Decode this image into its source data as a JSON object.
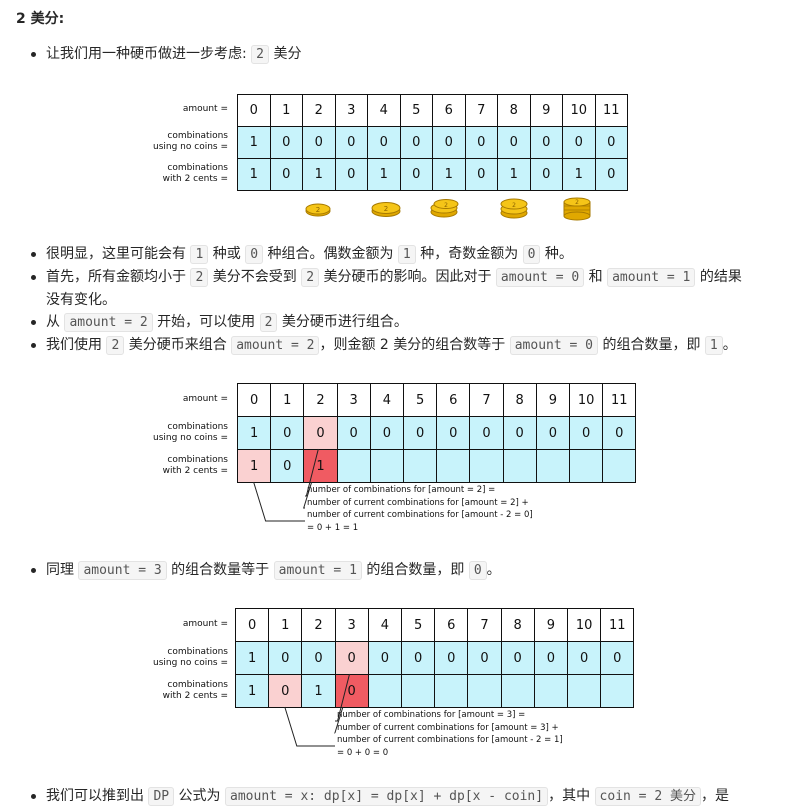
{
  "heading": "2 美分:",
  "bullets": [
    {
      "parts": [
        {
          "t": "让我们用一种硬币做进一步考虑: "
        },
        {
          "c": "2"
        },
        {
          "t": " 美分"
        }
      ]
    },
    {
      "parts": [
        {
          "t": "很明显，这里可能会有 "
        },
        {
          "c": "1"
        },
        {
          "t": " 种或 "
        },
        {
          "c": "0"
        },
        {
          "t": " 种组合。偶数金额为 "
        },
        {
          "c": "1"
        },
        {
          "t": " 种，奇数金额为 "
        },
        {
          "c": "0"
        },
        {
          "t": " 种。"
        }
      ]
    },
    {
      "parts": [
        {
          "t": "首先，所有金额均小于 "
        },
        {
          "c": "2"
        },
        {
          "t": " 美分不会受到 "
        },
        {
          "c": "2"
        },
        {
          "t": " 美分硬币的影响。因此对于 "
        },
        {
          "c": "amount = 0"
        },
        {
          "t": " 和 "
        },
        {
          "c": "amount = 1"
        },
        {
          "t": " 的结果"
        }
      ]
    },
    {
      "parts": [
        {
          "t": "没有变化。"
        }
      ]
    },
    {
      "parts": [
        {
          "t": "从 "
        },
        {
          "c": "amount = 2"
        },
        {
          "t": " 开始，可以使用 "
        },
        {
          "c": "2"
        },
        {
          "t": " 美分硬币进行组合。"
        }
      ]
    },
    {
      "parts": [
        {
          "t": "我们使用 "
        },
        {
          "c": "2"
        },
        {
          "t": " 美分硬币来组合 "
        },
        {
          "c": "amount = 2"
        },
        {
          "t": "，则金额 2 美分的组合数等于 "
        },
        {
          "c": "amount = 0"
        },
        {
          "t": " 的组合数量，即 "
        },
        {
          "c": "1"
        },
        {
          "t": "。"
        }
      ]
    },
    {
      "parts": [
        {
          "t": "同理 "
        },
        {
          "c": "amount = 3"
        },
        {
          "t": " 的组合数量等于 "
        },
        {
          "c": "amount = 1"
        },
        {
          "t": " 的组合数量，即 "
        },
        {
          "c": "0"
        },
        {
          "t": "。"
        }
      ]
    },
    {
      "parts": [
        {
          "t": "我们可以推到出 "
        },
        {
          "c": "DP"
        },
        {
          "t": " 公式为 "
        },
        {
          "c": "amount = x: dp[x] = dp[x] + dp[x - coin]"
        },
        {
          "t": "，其中 "
        },
        {
          "c": "coin = 2 美分"
        },
        {
          "t": "，是"
        }
      ]
    }
  ],
  "figures": [
    {
      "labels": {
        "amount": "amount =",
        "row1": [
          "combinations",
          "using no coins ="
        ],
        "row2": [
          "combinations",
          "with 2 cents ="
        ]
      },
      "header": [
        "0",
        "1",
        "2",
        "3",
        "4",
        "5",
        "6",
        "7",
        "8",
        "9",
        "10",
        "11"
      ],
      "row1": [
        "1",
        "0",
        "0",
        "0",
        "0",
        "0",
        "0",
        "0",
        "0",
        "0",
        "0",
        "0"
      ],
      "row2": [
        "1",
        "0",
        "1",
        "0",
        "1",
        "0",
        "1",
        "0",
        "1",
        "0",
        "1",
        "0"
      ],
      "row1_hl": [],
      "row2_hl": [],
      "coin_label": "2",
      "notes": []
    },
    {
      "labels": {
        "amount": "amount =",
        "row1": [
          "combinations",
          "using no coins ="
        ],
        "row2": [
          "combinations",
          "with 2 cents ="
        ]
      },
      "header": [
        "0",
        "1",
        "2",
        "3",
        "4",
        "5",
        "6",
        "7",
        "8",
        "9",
        "10",
        "11"
      ],
      "row1": [
        "1",
        "0",
        "0",
        "0",
        "0",
        "0",
        "0",
        "0",
        "0",
        "0",
        "0",
        "0"
      ],
      "row2": [
        "1",
        "0",
        "1",
        "",
        "",
        "",
        "",
        "",
        "",
        "",
        "",
        ""
      ],
      "row1_hl": [
        2
      ],
      "row2_hl_pink": [
        0
      ],
      "row2_hl_red": [
        2
      ],
      "notes": [
        "number of combinations for [amount = 2]  =",
        "number of current combinations for [amount = 2] +",
        "number of current combinations for [amount - 2 = 0]",
        "= 0 + 1 = 1"
      ]
    },
    {
      "labels": {
        "amount": "amount =",
        "row1": [
          "combinations",
          "using no coins ="
        ],
        "row2": [
          "combinations",
          "with 2 cents ="
        ]
      },
      "header": [
        "0",
        "1",
        "2",
        "3",
        "4",
        "5",
        "6",
        "7",
        "8",
        "9",
        "10",
        "11"
      ],
      "row1": [
        "1",
        "0",
        "0",
        "0",
        "0",
        "0",
        "0",
        "0",
        "0",
        "0",
        "0",
        "0"
      ],
      "row2": [
        "1",
        "0",
        "1",
        "0",
        "",
        "",
        "",
        "",
        "",
        "",
        "",
        ""
      ],
      "row1_hl": [
        3
      ],
      "row2_hl_pink": [
        1
      ],
      "row2_hl_red": [
        3
      ],
      "notes": [
        "number of combinations for [amount = 3]  =",
        "number of current combinations for [amount = 3] +",
        "number of current combinations for [amount - 2 = 1]",
        "= 0 + 0 = 0"
      ]
    }
  ],
  "colors": {
    "cyan": "#c8f3fb",
    "pink": "#fad1d1",
    "red": "#f05b62",
    "coin": "#f5c518"
  }
}
